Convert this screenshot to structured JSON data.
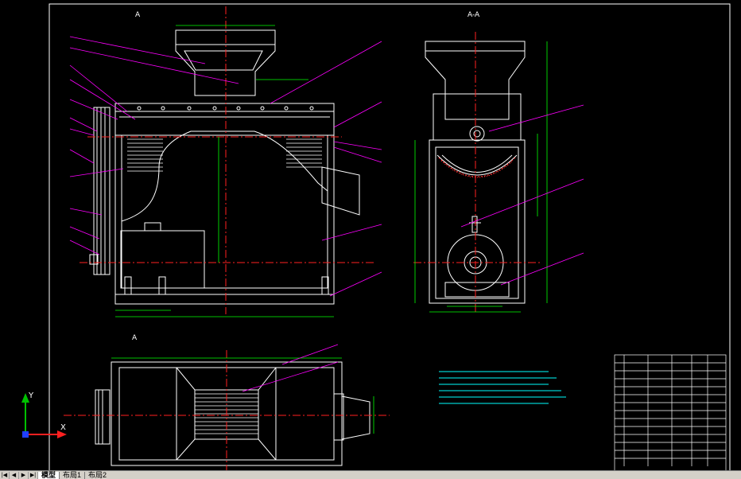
{
  "drawing": {
    "section_label_top": "A",
    "section_label_bottom": "A",
    "section_view_title": "A-A"
  },
  "tabs": [
    {
      "label": "模型",
      "active": true
    },
    {
      "label": "布局1",
      "active": false
    },
    {
      "label": "布局2",
      "active": false
    }
  ],
  "nav_buttons": [
    "|◀",
    "◀",
    "▶",
    "▶|"
  ],
  "ucs": {
    "x_label": "X",
    "y_label": "Y"
  },
  "colors": {
    "background": "#000000",
    "outline": "#ffffff",
    "centerline": "#ff2020",
    "dimension": "#00ff00",
    "leader": "#ff00ff",
    "notes": "#00ffff",
    "tabbar": "#d4d0c8"
  }
}
